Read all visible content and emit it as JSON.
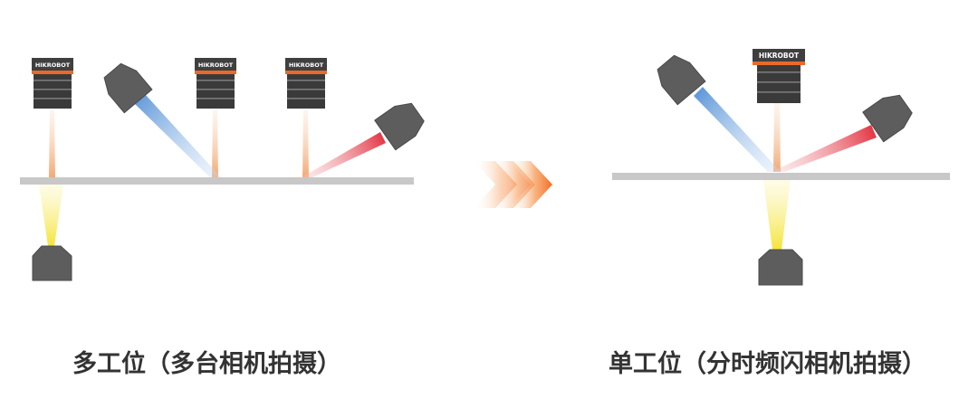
{
  "brand": "HIKROBOT",
  "captions": {
    "multi_station": "多工位（多台相机拍摄）",
    "single_station": "单工位（分时频闪相机拍摄）"
  },
  "colors": {
    "background": "#ffffff",
    "conveyor": "#c8c8c8",
    "device_body": "#5d5d5d",
    "camera_body": "#3f3f3f",
    "camera_stripe": "#e8692a",
    "beam_orange": "#f2b48a",
    "beam_blue": "#6ea5dc",
    "beam_red": "#e0404a",
    "beam_yellow": "#f7ee58",
    "arrow_orange": "#f36b21",
    "caption_text": "#333333"
  },
  "icons": {
    "area_camera": "industrial-camera-icon",
    "light_source": "angled-light-icon",
    "backlight": "backlight-icon",
    "transition": "chevron-arrow-icon"
  }
}
